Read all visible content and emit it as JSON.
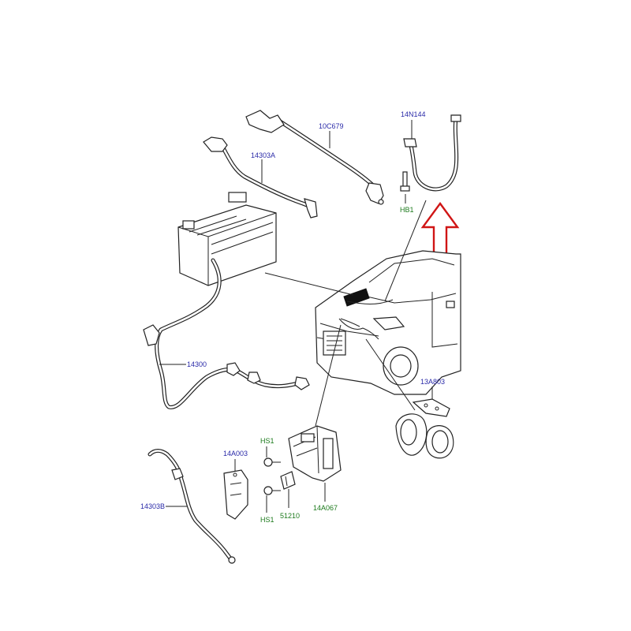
{
  "labels": {
    "p10C679": "10C679",
    "p14303A": "14303A",
    "p14N144": "14N144",
    "pHB1": "HB1",
    "p14300": "14300",
    "p13A803": "13A803",
    "pHS1_top": "HS1",
    "p14A003": "14A003",
    "p14303B": "14303B",
    "pHS1_bottom": "HS1",
    "p51210": "51210",
    "p14A067": "14A067"
  },
  "colors": {
    "part_number": "#2a2aa8",
    "fastener_code": "#1c7a1c",
    "arrow": "#d01515"
  },
  "icons": {
    "arrow": "up-arrow-icon"
  }
}
